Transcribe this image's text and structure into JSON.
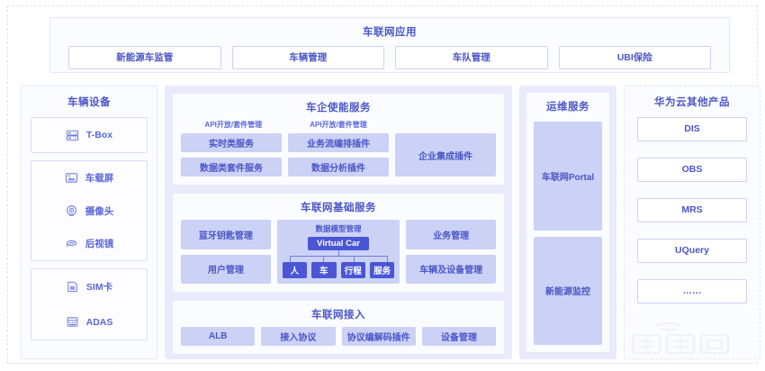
{
  "applications": {
    "title": "车联网应用",
    "buttons": [
      {
        "label": "新能源车监管"
      },
      {
        "label": "车辆管理"
      },
      {
        "label": "车队管理"
      },
      {
        "label": "UBI保险"
      }
    ]
  },
  "devices": {
    "title": "车辆设备",
    "groups": [
      {
        "items": [
          {
            "label": "T-Box",
            "icon": "server-icon"
          }
        ]
      },
      {
        "items": [
          {
            "label": "车载屏",
            "icon": "screen-icon"
          },
          {
            "label": "摄像头",
            "icon": "camera-icon"
          },
          {
            "label": "后视镜",
            "icon": "mirror-icon"
          }
        ]
      },
      {
        "items": [
          {
            "label": "SIM卡",
            "icon": "sim-card-icon"
          },
          {
            "label": "ADAS",
            "icon": "adas-icon"
          }
        ]
      }
    ]
  },
  "enable_services": {
    "title": "车企使能服务",
    "sub_labels": [
      "API开放/套件管理",
      "API开放/套件管理"
    ],
    "column_a": [
      {
        "label": "实时类服务"
      },
      {
        "label": "数据类套件服务"
      }
    ],
    "column_b": [
      {
        "label": "业务流编排插件"
      },
      {
        "label": "数据分析插件"
      }
    ],
    "column_c": [
      {
        "label": "企业集成插件"
      }
    ]
  },
  "basic_services": {
    "title": "车联网基础服务",
    "left": [
      {
        "label": "蓝牙钥匙管理"
      },
      {
        "label": "用户管理"
      }
    ],
    "middle": {
      "title": "数据模型管理",
      "root": "Virtual Car",
      "leaves": [
        {
          "label": "人"
        },
        {
          "label": "车"
        },
        {
          "label": "行程"
        },
        {
          "label": "服务"
        }
      ]
    },
    "right": [
      {
        "label": "业务管理"
      },
      {
        "label": "车辆及设备管理"
      }
    ]
  },
  "access": {
    "title": "车联网接入",
    "items": [
      {
        "label": "ALB"
      },
      {
        "label": "接入协议"
      },
      {
        "label": "协议编解码插件"
      },
      {
        "label": "设备管理"
      }
    ]
  },
  "ops": {
    "title": "运维服务",
    "items": [
      {
        "label": "车联网Portal"
      },
      {
        "label": "新能源监控"
      }
    ]
  },
  "huawei_cloud": {
    "title": "华为云其他产品",
    "items": [
      {
        "label": "DIS"
      },
      {
        "label": "OBS"
      },
      {
        "label": "MRS"
      },
      {
        "label": "UQuery"
      },
      {
        "label": "……"
      }
    ]
  },
  "colors": {
    "accent": "#4a56c8",
    "chip_fill": "#ccd2f5",
    "node_fill": "#4a56d6",
    "panel_bg": "#e9ebfc",
    "card_bg": "#fbfcff"
  },
  "watermark": {
    "label": "车东西"
  }
}
